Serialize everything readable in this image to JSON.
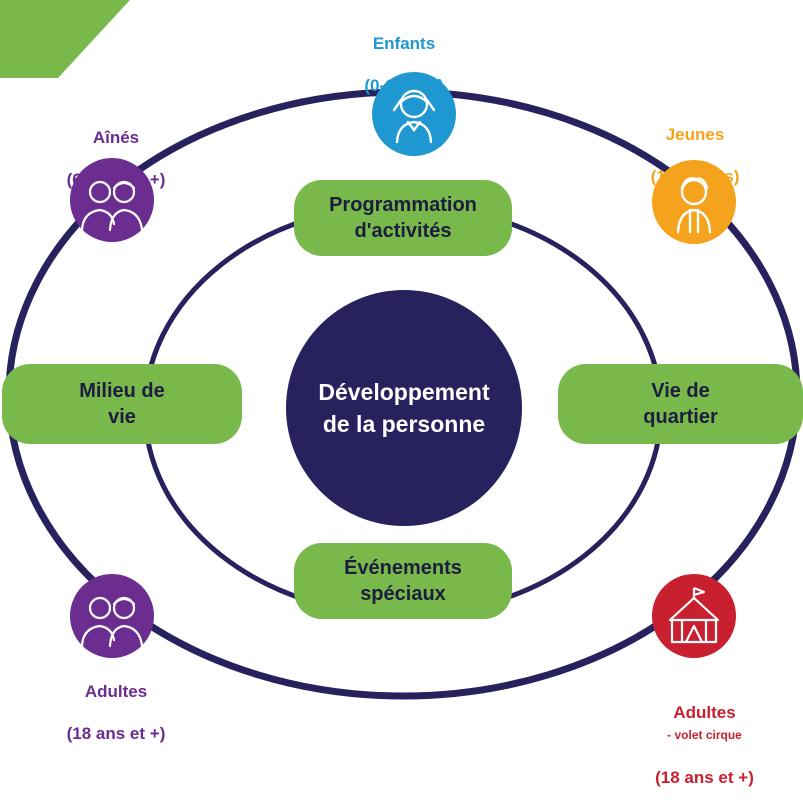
{
  "center": {
    "label": "Développement\nde la personne"
  },
  "pillars": {
    "top": "Programmation\nd'activités",
    "left": "Milieu de\nvie",
    "right": "Vie de\nquartier",
    "bottom": "Événements\nspéciaux"
  },
  "groups": {
    "enfants": {
      "title": "Enfants",
      "age": "(0-12 ans)",
      "color": "#1f97d1"
    },
    "jeunes": {
      "title": "Jeunes",
      "age": "(12-17 ans)",
      "color": "#f5a31c"
    },
    "aines": {
      "title": "Aînés",
      "age": "(65 ans et +)",
      "color": "#6b2d8f"
    },
    "adultes": {
      "title": "Adultes",
      "age": "(18 ans et +)",
      "color": "#6b2d8f"
    },
    "cirque": {
      "title": "Adultes",
      "subtitle": "- volet cirque",
      "age": "(18 ans et +)",
      "color": "#c8202f"
    }
  },
  "colors": {
    "ring": "#27215e",
    "pill": "#79b84a",
    "corner": "#79b84a"
  }
}
